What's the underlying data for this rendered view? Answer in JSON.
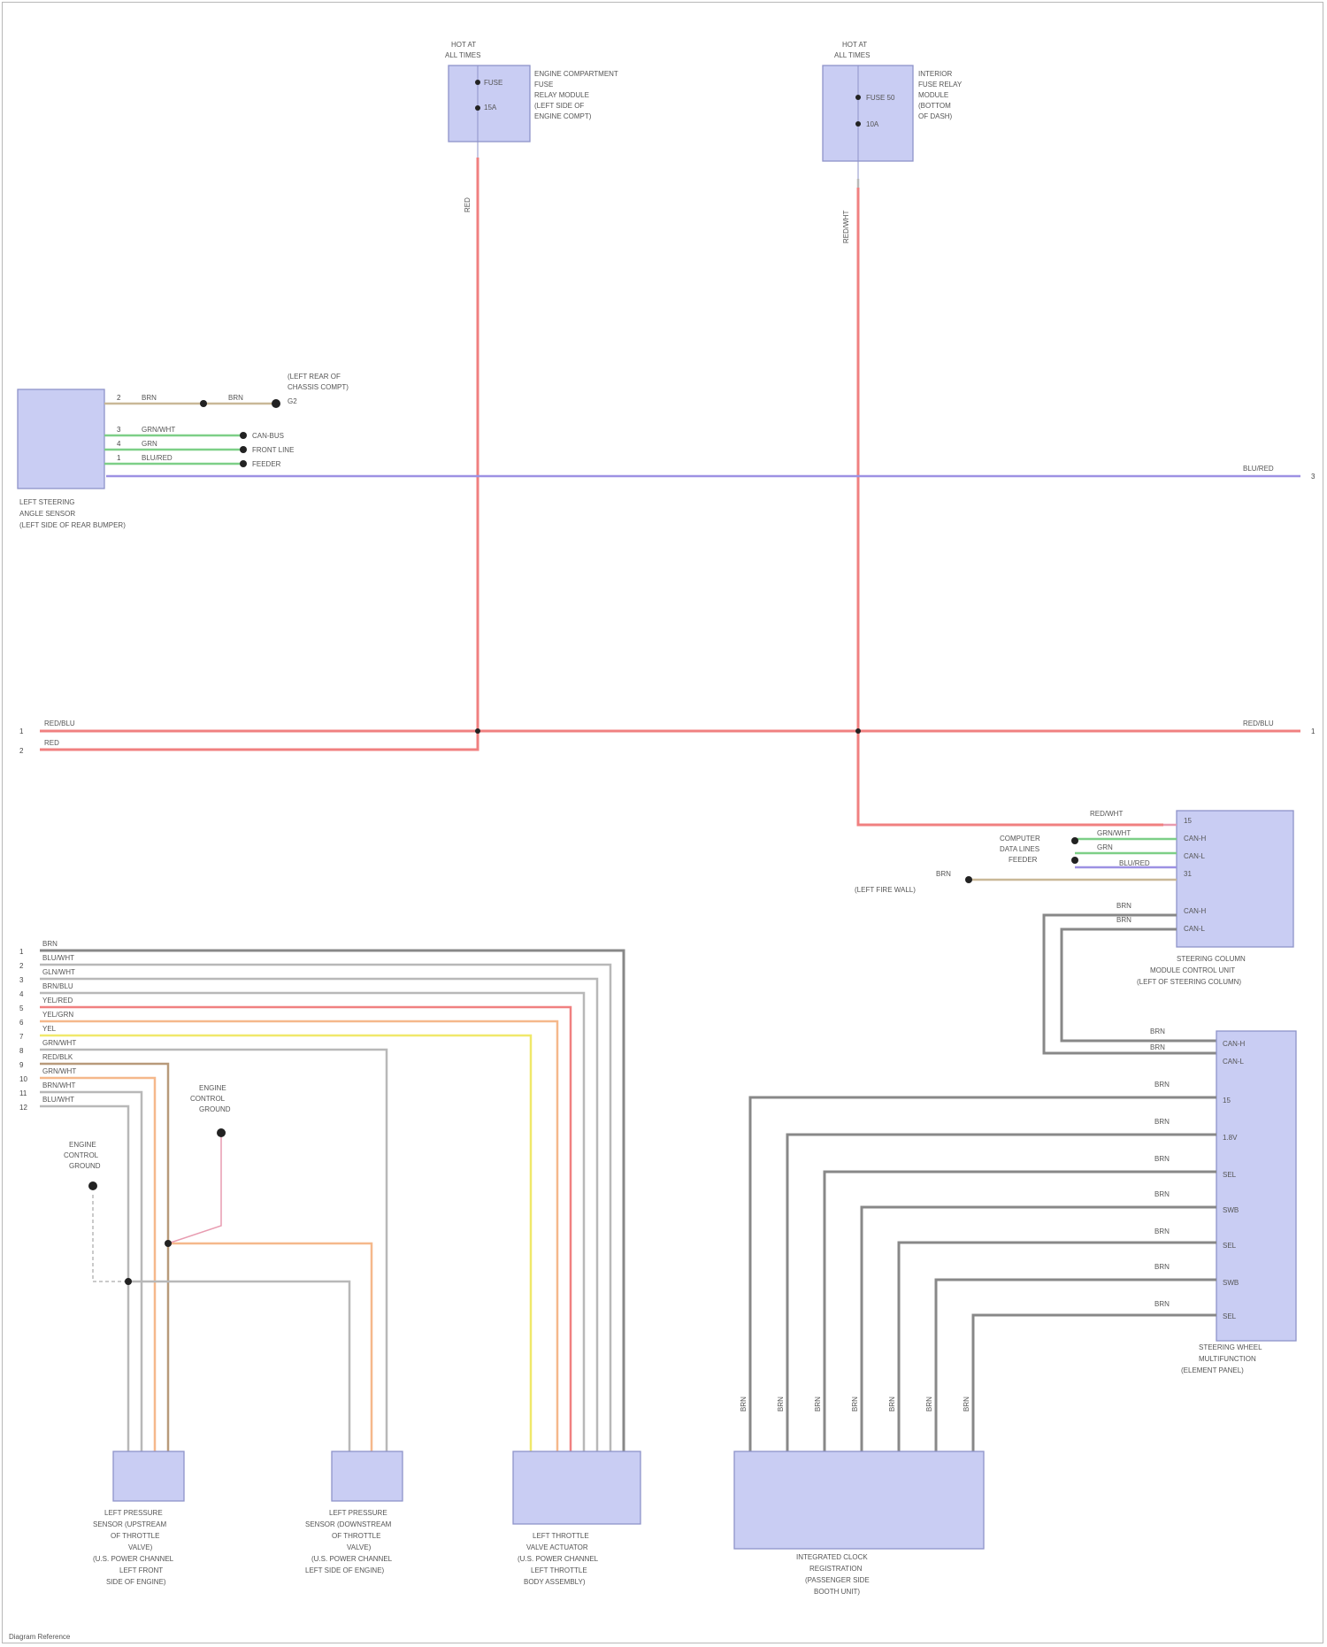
{
  "fuse_top_center": {
    "title": "HOT AT",
    "subtitle": "ALL TIMES",
    "desc_lines": [
      "ENGINE COMPARTMENT",
      "FUSE",
      "RELAY MODULE",
      "(LEFT SIDE OF",
      "ENGINE COMPT)"
    ],
    "fuse_a": "FUSE",
    "fuse_b": "15A",
    "wire": "RED"
  },
  "fuse_top_right": {
    "title": "HOT AT",
    "subtitle": "ALL TIMES",
    "desc_lines": [
      "INTERIOR",
      "FUSE RELAY",
      "MODULE",
      "(BOTTOM",
      "OF DASH)"
    ],
    "fuse_a": "FUSE 50",
    "fuse_b": "10A",
    "wire": "RED/WHT"
  },
  "left_sensor": {
    "wires": [
      "BRN",
      "BRN",
      "GRN/WHT",
      "GRN",
      "BLU/RED"
    ],
    "ground_lines": [
      "(LEFT REAR OF",
      "CHASSIS COMPT)",
      "G2"
    ],
    "splice_lines": [
      "CAN-BUS",
      "FRONT LINE",
      "FEEDER"
    ],
    "labels": [
      "LEFT STEERING",
      "ANGLE SENSOR",
      "(LEFT SIDE OF REAR BUMPER)"
    ]
  },
  "bus_wires": {
    "purple_right": "BLU/RED",
    "red_top_left": "RED/BLU",
    "red_bottom_left": "RED",
    "red_right": "RED/BLU"
  },
  "steering_module": {
    "wires_left": [
      "RED/WHT",
      "GRN/WHT",
      "GRN",
      "BLU/RED",
      "BRN",
      "BRN"
    ],
    "pins": [
      "15",
      "CAN-H",
      "CAN-L",
      "31",
      "CAN-H",
      "CAN-L"
    ],
    "splice_lines": [
      "COMPUTER",
      "DATA LINES",
      "FEEDER"
    ],
    "ground_lines": [
      "(LEFT FIRE WALL)"
    ],
    "ground_label": "BRN",
    "labels": [
      "STEERING COLUMN",
      "MODULE CONTROL UNIT",
      "(LEFT OF STEERING COLUMN)"
    ]
  },
  "harness_left": {
    "nums": [
      "1",
      "2",
      "3",
      "4",
      "5",
      "6",
      "7",
      "8",
      "9",
      "10",
      "11",
      "12"
    ],
    "wires": [
      "BRN",
      "BLU/WHT",
      "GLN/WHT",
      "BRN/BLU",
      "YEL/RED",
      "YEL/GRN",
      "YEL",
      "GRN/WHT",
      "RED/BLK",
      "GRN/WHT",
      "BRN/WHT",
      "BLU/WHT"
    ],
    "engine_ground_a": [
      "ENGINE",
      "CONTROL",
      "GROUND"
    ],
    "engine_ground_b": [
      "ENGINE",
      "CONTROL",
      "GROUND"
    ]
  },
  "bottom_components": {
    "c1_lines": [
      "LEFT PRESSURE",
      "SENSOR (UPSTREAM",
      "OF THROTTLE",
      "VALVE)",
      "(U.S. POWER CHANNEL",
      "LEFT FRONT",
      "SIDE OF ENGINE)"
    ],
    "c2_lines": [
      "LEFT PRESSURE",
      "SENSOR (DOWNSTREAM",
      "OF THROTTLE",
      "VALVE)",
      "(U.S. POWER CHANNEL",
      "LEFT SIDE OF ENGINE)"
    ],
    "c3_lines": [
      "LEFT THROTTLE",
      "VALVE ACTUATOR",
      "(U.S. POWER CHANNEL",
      "LEFT THROTTLE",
      "BODY ASSEMBLY)"
    ],
    "c4_lines": [
      "INTEGRATED CLOCK",
      "REGISTRATION",
      "(PASSENGER SIDE",
      "BOOTH UNIT)"
    ],
    "c5_lines": [
      "STEERING WHEEL",
      "MULTIFUNCTION",
      "(ELEMENT PANEL)"
    ],
    "c5_pins": [
      "CAN-H",
      "CAN-L",
      "15",
      "1.8V",
      "SEL",
      "SWB",
      "SEL",
      "SWB",
      "SEL"
    ],
    "c5_wires": [
      "BRN",
      "BRN",
      "BRN",
      "BRN",
      "BRN",
      "BRN",
      "BRN",
      "BRN",
      "BRN"
    ],
    "c4_wires": [
      "BRN",
      "BRN",
      "BRN",
      "BRN",
      "BRN",
      "BRN",
      "BRN"
    ]
  },
  "footer": "Diagram Reference"
}
